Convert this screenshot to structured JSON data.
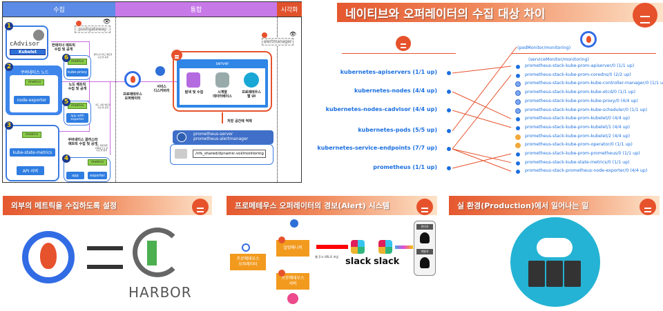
{
  "architecture": {
    "columns": [
      {
        "label": "수집",
        "color": "#5b8be6"
      },
      {
        "label": "통합",
        "color": "#c879e8"
      },
      {
        "label": "시각화",
        "color": "#e0522c"
      }
    ],
    "pushgateway_label": "pushgateway",
    "alertmanager_label": "alertmanager",
    "sources": [
      {
        "number": "1",
        "title": "cAdvisor",
        "subtitle": "Kubelet",
        "note": "컨테이너 메트릭\n수집 및 공개"
      },
      {
        "number": "2",
        "title": "쿠버네티스 노드",
        "exporter": "node-exporter",
        "metrics": "/metrics",
        "note": "노드 메트릭\n수집 및 공개"
      },
      {
        "number": "3",
        "exporter": "kube-state-metrics",
        "api": "API 서버",
        "metrics": "/metrics",
        "note": "쿠버네티스 클러스터\n메트릭 수집 및 공개"
      },
      {
        "number": "4",
        "app": "app",
        "exporter": "exporter",
        "metrics": "/metrics",
        "note": "파드 메트릭을\n외부에 노출 후\n수집 및 공개"
      },
      {
        "number": "5",
        "app": "app with exporter",
        "metrics": "/metrics",
        "note": "파드 내장 메트릭\n수집 및 공개"
      },
      {
        "number": "6",
        "app": "kube-proxy",
        "metrics": "/metrics",
        "note": "클러스터 파드 메트릭\n수집 및 공개"
      }
    ],
    "operator_label": "프로메테우스\n오퍼레이터",
    "service_discovery_label": "서비스\n디스커버리",
    "server": {
      "title": "server",
      "items": [
        "탐색 및 수집",
        "시계열\n데이터베이스",
        "프로메테우스\n웹 UI"
      ]
    },
    "storage_note": "저장 공간에 적재",
    "storage": {
      "names": [
        "prometheus-server",
        "prometheus-alertmanager"
      ],
      "path": "/nfs_shared/dynamic-vol/monitoring"
    }
  },
  "panels": {
    "targets": {
      "title": "네이티브와 오퍼레이터의 수집 대상 차이",
      "native_jobs": [
        "kubernetes-apiservers (1/1 up)",
        "kubernetes-nodes (4/4 up)",
        "kubernetes-nodes-cadvisor (4/4 up)",
        "kubernetes-pods (5/5 up)",
        "kubernetes-service-endpoints (7/7 up)",
        "prometheus (1/1 up)"
      ],
      "pod_monitor_label": "(podMonitor/monitoring)",
      "service_monitor_label": "(serviceMonitor/monitoring)",
      "operator_targets": [
        {
          "label": "prometheus-stack-kube-prom-apiserver/0 (1/1 up)",
          "icon": "dot"
        },
        {
          "label": "prometheus-stack-kube-prom-coredns/0 (2/2 up)",
          "icon": "dot"
        },
        {
          "label": "prometheus-stack-kube-prom-kube-controller-manager/0 (1/1 up)",
          "icon": "blocked"
        },
        {
          "label": "prometheus-stack-kube-prom-kube-etcd/0 (1/1 up)",
          "icon": "blocked"
        },
        {
          "label": "prometheus-stack-kube-prom-kube-proxy/0 (4/4 up)",
          "icon": "blocked"
        },
        {
          "label": "prometheus-stack-kube-prom-kube-scheduler/0 (1/1 up)",
          "icon": "blocked"
        },
        {
          "label": "prometheus-stack-kube-prom-kubelet/0 (4/4 up)",
          "icon": "dot"
        },
        {
          "label": "prometheus-stack-kube-prom-kubelet/1 (4/4 up)",
          "icon": "dot"
        },
        {
          "label": "prometheus-stack-kube-prom-kubelet/2 (4/4 up)",
          "icon": "new"
        },
        {
          "label": "prometheus-stack-kube-prom-operator/0 (1/1 up)",
          "icon": "new"
        },
        {
          "label": "prometheus-stack-kube-prom-prometheus/0 (1/1 up)",
          "icon": "dot"
        },
        {
          "label": "prometheus-stack-kube-state-metrics/0 (1/1 up)",
          "icon": "dot"
        },
        {
          "label": "prometheus-stack-prometheus-node-exporter/0 (4/4 up)",
          "icon": "dot"
        }
      ],
      "mappings": [
        [
          0,
          0
        ],
        [
          1,
          6
        ],
        [
          2,
          7
        ],
        [
          3,
          "pod"
        ],
        [
          4,
          1
        ],
        [
          4,
          11
        ],
        [
          4,
          12
        ],
        [
          5,
          10
        ]
      ]
    },
    "external": {
      "title": "외부의 메트릭을 수집하도록 설정",
      "harbor_label": "HARBOR"
    },
    "alert": {
      "title": "프로메테우스 오퍼레이터의 경보(Alert) 시스템",
      "operator_label": "프로메테우스\n오퍼레이터",
      "alertmanager_label": "얼럿매니저",
      "server_label": "프로메테우스\n서버",
      "webhook_label": "웹 후크 URL로 보냄",
      "slack_labels": [
        "slack",
        "slack"
      ],
      "roles": [
        "관리자",
        "개발자"
      ]
    },
    "production": {
      "title": "실 환경(Production)에서 일어나는 일"
    }
  },
  "colors": {
    "prometheus_orange": "#e6522c",
    "link_blue": "#1a6fe0",
    "k8s_blue": "#326ce5",
    "metrics_green": "#8ccc4a",
    "integrate_purple": "#c879e8"
  }
}
